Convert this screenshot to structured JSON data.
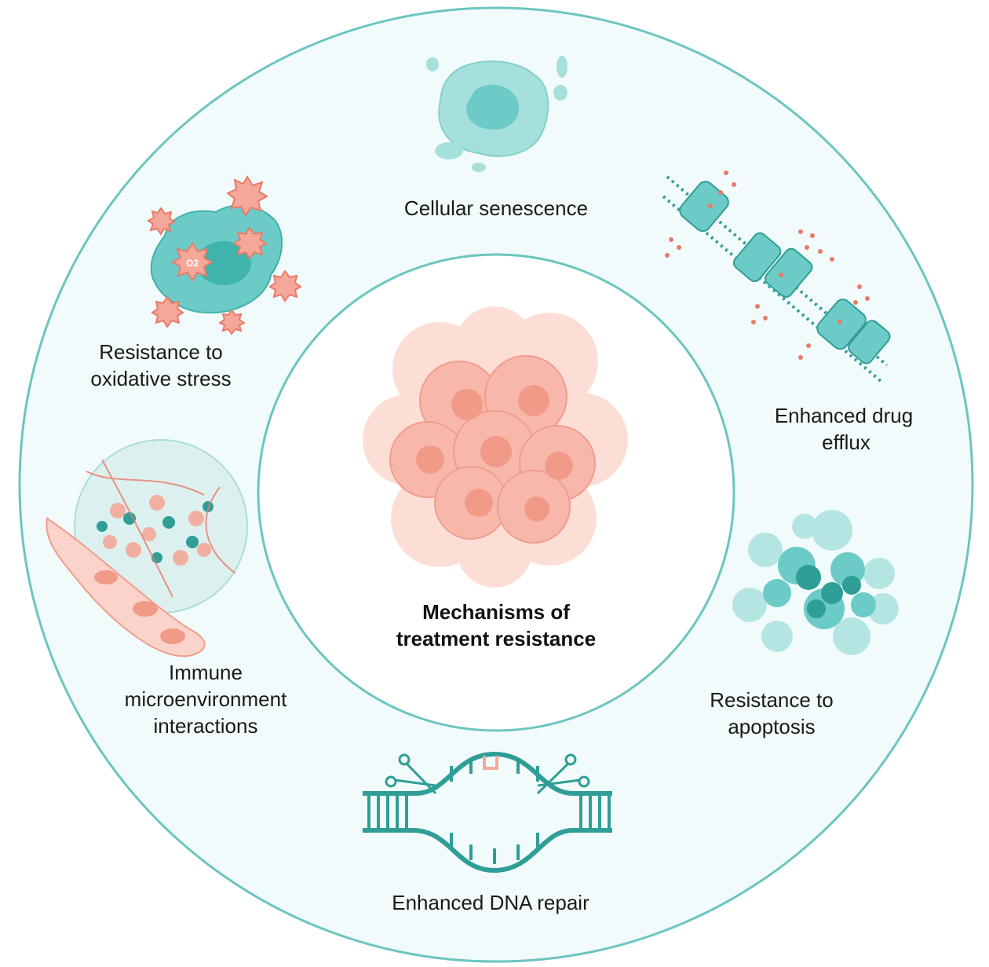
{
  "center": {
    "title_line1": "Mechanisms of",
    "title_line2": "treatment resistance"
  },
  "mechanisms": {
    "senescence": {
      "line1": "Cellular senescence"
    },
    "efflux": {
      "line1": "Enhanced drug",
      "line2": "efflux"
    },
    "apoptosis": {
      "line1": "Resistance to",
      "line2": "apoptosis"
    },
    "dna": {
      "line1": "Enhanced DNA repair"
    },
    "immune": {
      "line1": "Immune",
      "line2": "microenvironment",
      "line3": "interactions"
    },
    "oxidative": {
      "line1": "Resistance to",
      "line2": "oxidative stress",
      "o2_label": "O2"
    }
  },
  "colors": {
    "ring_fill": "#f2fbfb",
    "ring_stroke": "#6cc5c0",
    "teal": "#6ccbc6",
    "teal_dark": "#2f9e97",
    "teal_light": "#a6e0dc",
    "salmon": "#f5a899",
    "salmon_light": "#fbd3ca",
    "salmon_dark": "#ea7a68"
  }
}
